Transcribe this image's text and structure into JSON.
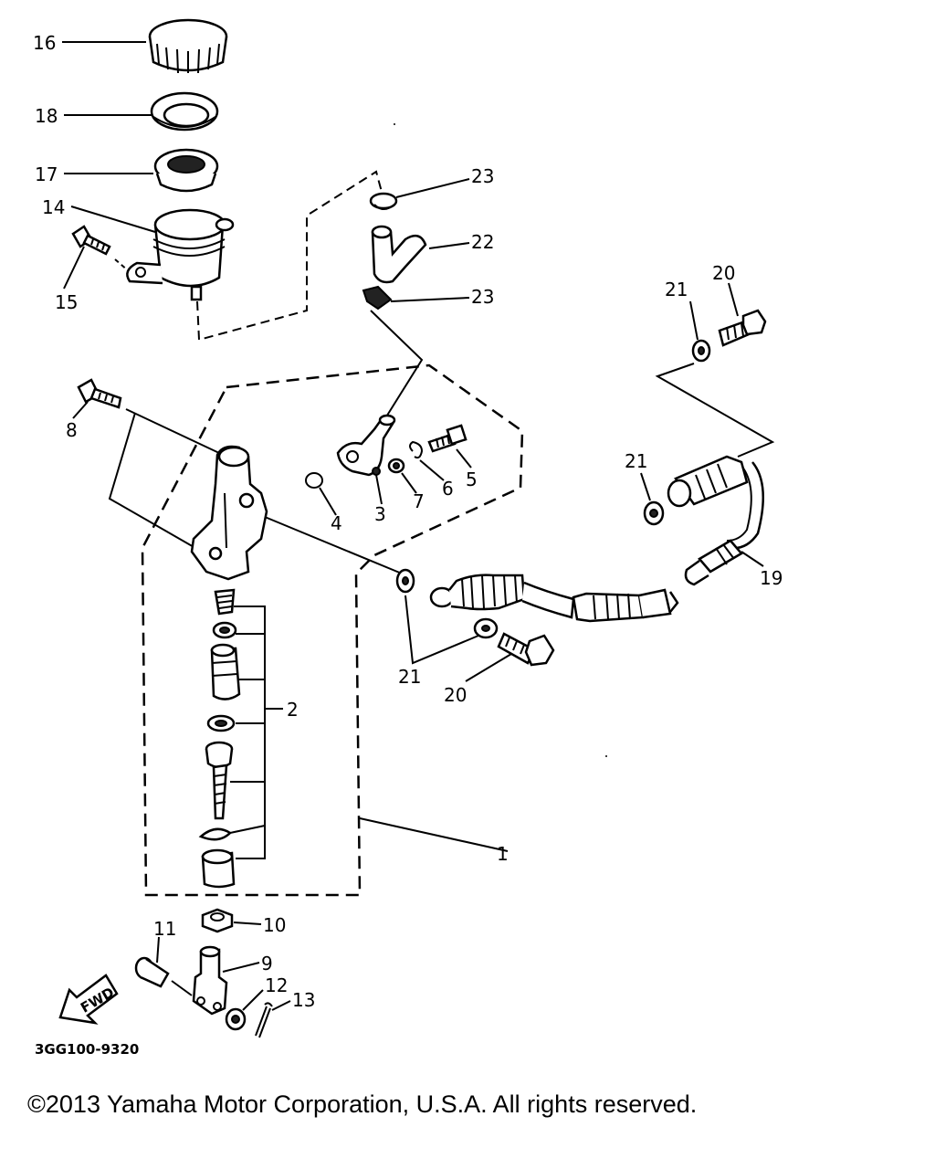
{
  "diagram": {
    "callouts": {
      "c1": "1",
      "c2": "2",
      "c3": "3",
      "c4": "4",
      "c5": "5",
      "c6": "6",
      "c7": "7",
      "c8": "8",
      "c9": "9",
      "c10": "10",
      "c11": "11",
      "c12": "12",
      "c13": "13",
      "c14": "14",
      "c15": "15",
      "c16": "16",
      "c17": "17",
      "c18": "18",
      "c19": "19",
      "c20a": "20",
      "c20b": "20",
      "c21a": "21",
      "c21b": "21",
      "c21c": "21",
      "c22": "22",
      "c23a": "23",
      "c23b": "23"
    },
    "fwd_label": "FWD",
    "drawing_code": "3GG100-9320"
  },
  "footer": {
    "copyright": "©2013 Yamaha Motor Corporation, U.S.A. All rights reserved."
  }
}
